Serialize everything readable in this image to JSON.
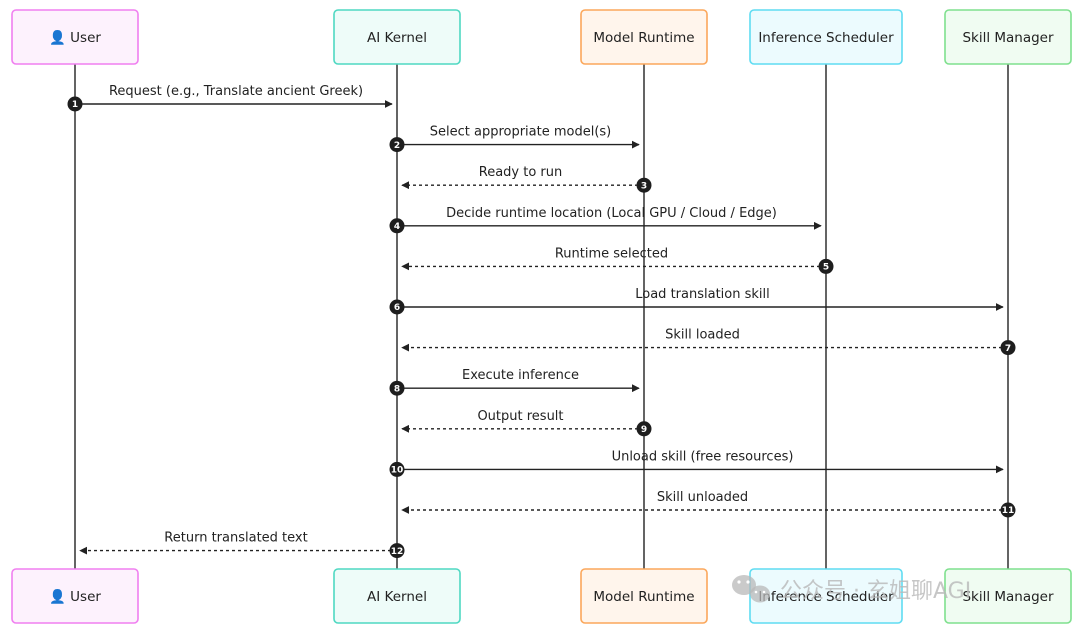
{
  "participants": [
    {
      "id": "user",
      "label": "👤 User",
      "stroke": "#f07ff0",
      "fill": "#fdf2fd"
    },
    {
      "id": "kernel",
      "label": "AI Kernel",
      "stroke": "#4fd8c2",
      "fill": "#eefcf9"
    },
    {
      "id": "runtime",
      "label": "Model Runtime",
      "stroke": "#fba75b",
      "fill": "#fff5ec"
    },
    {
      "id": "scheduler",
      "label": "Inference Scheduler",
      "stroke": "#5fdcf2",
      "fill": "#ecfbfe"
    },
    {
      "id": "skills",
      "label": "Skill Manager",
      "stroke": "#7fe08e",
      "fill": "#f0fcf2"
    }
  ],
  "messages": [
    {
      "num": "1",
      "from": "user",
      "to": "kernel",
      "label": "Request (e.g., Translate ancient Greek)",
      "style": "solid"
    },
    {
      "num": "2",
      "from": "kernel",
      "to": "runtime",
      "label": "Select appropriate model(s)",
      "style": "solid"
    },
    {
      "num": "3",
      "from": "runtime",
      "to": "kernel",
      "label": "Ready to run",
      "style": "dashed"
    },
    {
      "num": "4",
      "from": "kernel",
      "to": "scheduler",
      "label": "Decide runtime location (Local GPU / Cloud / Edge)",
      "style": "solid"
    },
    {
      "num": "5",
      "from": "scheduler",
      "to": "kernel",
      "label": "Runtime selected",
      "style": "dashed"
    },
    {
      "num": "6",
      "from": "kernel",
      "to": "skills",
      "label": "Load translation skill",
      "style": "solid"
    },
    {
      "num": "7",
      "from": "skills",
      "to": "kernel",
      "label": "Skill loaded",
      "style": "dashed"
    },
    {
      "num": "8",
      "from": "kernel",
      "to": "runtime",
      "label": "Execute inference",
      "style": "solid"
    },
    {
      "num": "9",
      "from": "runtime",
      "to": "kernel",
      "label": "Output result",
      "style": "dashed"
    },
    {
      "num": "10",
      "from": "kernel",
      "to": "skills",
      "label": "Unload skill (free resources)",
      "style": "solid"
    },
    {
      "num": "11",
      "from": "skills",
      "to": "kernel",
      "label": "Skill unloaded",
      "style": "dashed"
    },
    {
      "num": "12",
      "from": "kernel",
      "to": "user",
      "label": "Return translated text",
      "style": "dashed"
    }
  ],
  "watermark": {
    "text": "公众号 · 玄姐聊AGI",
    "icon": "wechat-icon"
  },
  "colors": {
    "line": "#222222",
    "marker": "#1e1e1e",
    "watermark": "#b8b8b8"
  }
}
